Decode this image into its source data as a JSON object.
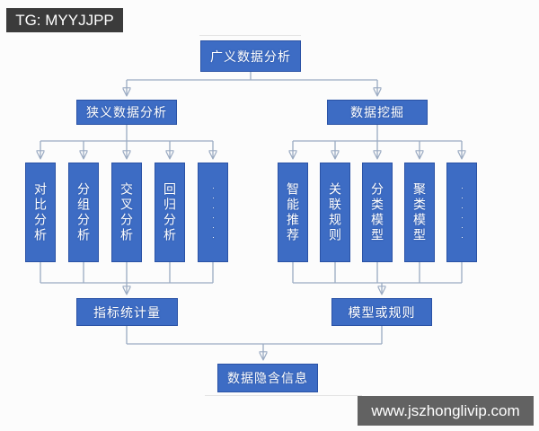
{
  "watermarks": {
    "top_left": "TG: MYYJJPP",
    "bottom_right": "www.jszhonglivip.com"
  },
  "colors": {
    "node_fill": "#3d6cc4",
    "node_border": "#2a52a5",
    "connector_line": "#9aaac2",
    "arrowhead": "#3a5fae",
    "watermark_top_bg": "#3b3b3b",
    "watermark_bottom_bg": "#626262",
    "text": "#ffffff",
    "background": "#fcfcfc"
  },
  "diagram": {
    "root": {
      "label": "广义数据分析"
    },
    "branches": [
      {
        "label": "狭义数据分析",
        "children": [
          "对比分析",
          "分组分析",
          "交叉分析",
          "回归分析",
          "······"
        ],
        "result": {
          "label": "指标统计量"
        }
      },
      {
        "label": "数据挖掘",
        "children": [
          "智能推荐",
          "关联规则",
          "分类模型",
          "聚类模型",
          "······"
        ],
        "result": {
          "label": "模型或规则"
        }
      }
    ],
    "final": {
      "label": "数据隐含信息"
    }
  }
}
